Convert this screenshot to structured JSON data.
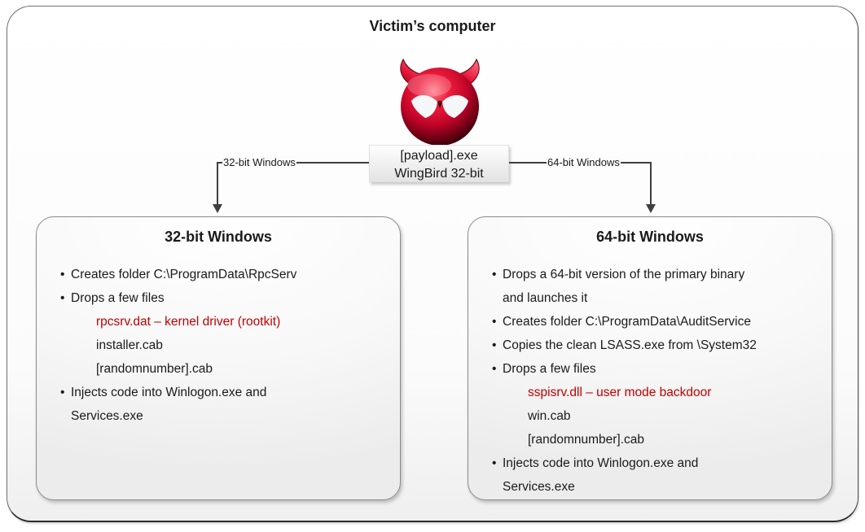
{
  "diagram": {
    "title": "Victim’s computer",
    "colors": {
      "highlight_red": "#c00000",
      "line_gray": "#3f3f3f"
    },
    "payload": {
      "icon": "devil-malware-icon",
      "line1": "[payload].exe",
      "line2": "WingBird 32-bit"
    },
    "branches": {
      "left_label": "32-bit Windows",
      "right_label": "64-bit Windows"
    },
    "box32": {
      "title": "32-bit Windows",
      "items": [
        {
          "type": "bullet",
          "text": "Creates folder C:\\ProgramData\\RpcServ"
        },
        {
          "type": "bullet",
          "text": "Drops a few files"
        },
        {
          "type": "sub",
          "color": "red",
          "text": "rpcsrv.dat – kernel driver (rootkit)"
        },
        {
          "type": "sub",
          "text": "installer.cab"
        },
        {
          "type": "sub",
          "text": "[randomnumber].cab"
        },
        {
          "type": "bullet",
          "text": "Injects code into Winlogon.exe and\nServices.exe"
        }
      ]
    },
    "box64": {
      "title": "64-bit Windows",
      "items": [
        {
          "type": "bullet",
          "text": "Drops a 64-bit version of the primary binary\nand launches it"
        },
        {
          "type": "bullet",
          "text": "Creates folder C:\\ProgramData\\AuditService"
        },
        {
          "type": "bullet",
          "text": "Copies the clean LSASS.exe from \\System32"
        },
        {
          "type": "bullet",
          "text": "Drops a few files"
        },
        {
          "type": "sub",
          "color": "red",
          "text": "sspisrv.dll – user mode backdoor"
        },
        {
          "type": "sub",
          "text": "win.cab"
        },
        {
          "type": "sub",
          "text": "[randomnumber].cab"
        },
        {
          "type": "bullet",
          "text": "Injects code into Winlogon.exe and\nServices.exe"
        }
      ]
    }
  }
}
